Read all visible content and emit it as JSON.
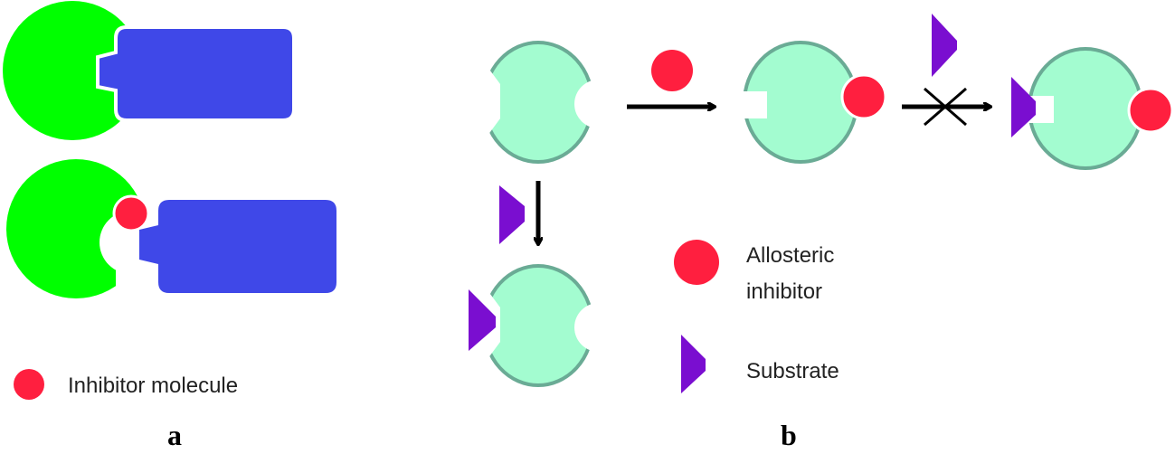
{
  "panels": {
    "a": "a",
    "b": "b"
  },
  "legend_a": {
    "inhibitor": "Inhibitor molecule"
  },
  "legend_b": {
    "allosteric_line1": "Allosteric",
    "allosteric_line2": "inhibitor",
    "substrate": "Substrate"
  },
  "colors": {
    "enzyme_a": "#00ff00",
    "protein_a": "#3f48e8",
    "inhibitor": "#ff1f3f",
    "enzyme_b_fill": "#a3fcd0",
    "enzyme_b_stroke": "#6aab95",
    "substrate": "#7a0ed0"
  }
}
